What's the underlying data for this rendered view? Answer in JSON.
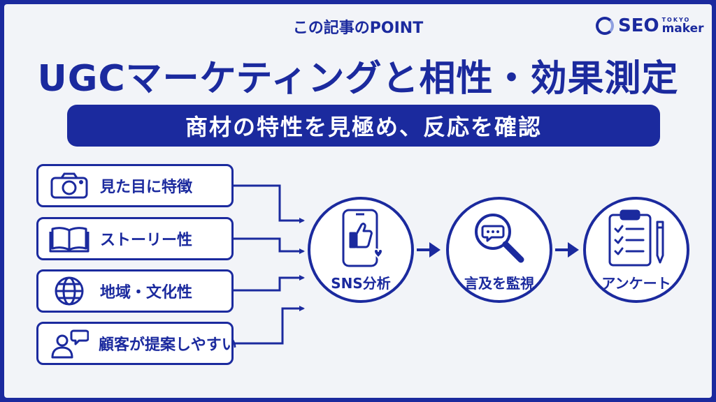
{
  "header": {
    "eyebrow": "この記事のPOINT",
    "title": "UGCマーケティングと相性・効果測定",
    "subtitle": "商材の特性を見極め、反応を確認"
  },
  "logo": {
    "seo": "SEO",
    "tokyo": "TOKYO",
    "maker": "maker"
  },
  "features": [
    {
      "label": "見た目に特徴",
      "icon": "camera-icon"
    },
    {
      "label": "ストーリー性",
      "icon": "open-book-icon"
    },
    {
      "label": "地域・文化性",
      "icon": "globe-icon"
    },
    {
      "label": "顧客が提案しやすい",
      "icon": "people-chat-icon"
    }
  ],
  "steps": [
    {
      "label": "SNS分析",
      "icon": "smartphone-thumbs-up-icon"
    },
    {
      "label": "言及を監視",
      "icon": "magnifier-chat-icon"
    },
    {
      "label": "アンケート",
      "icon": "clipboard-checklist-icon"
    }
  ],
  "colors": {
    "primary": "#1b2a9e",
    "background": "#f2f4f8"
  }
}
